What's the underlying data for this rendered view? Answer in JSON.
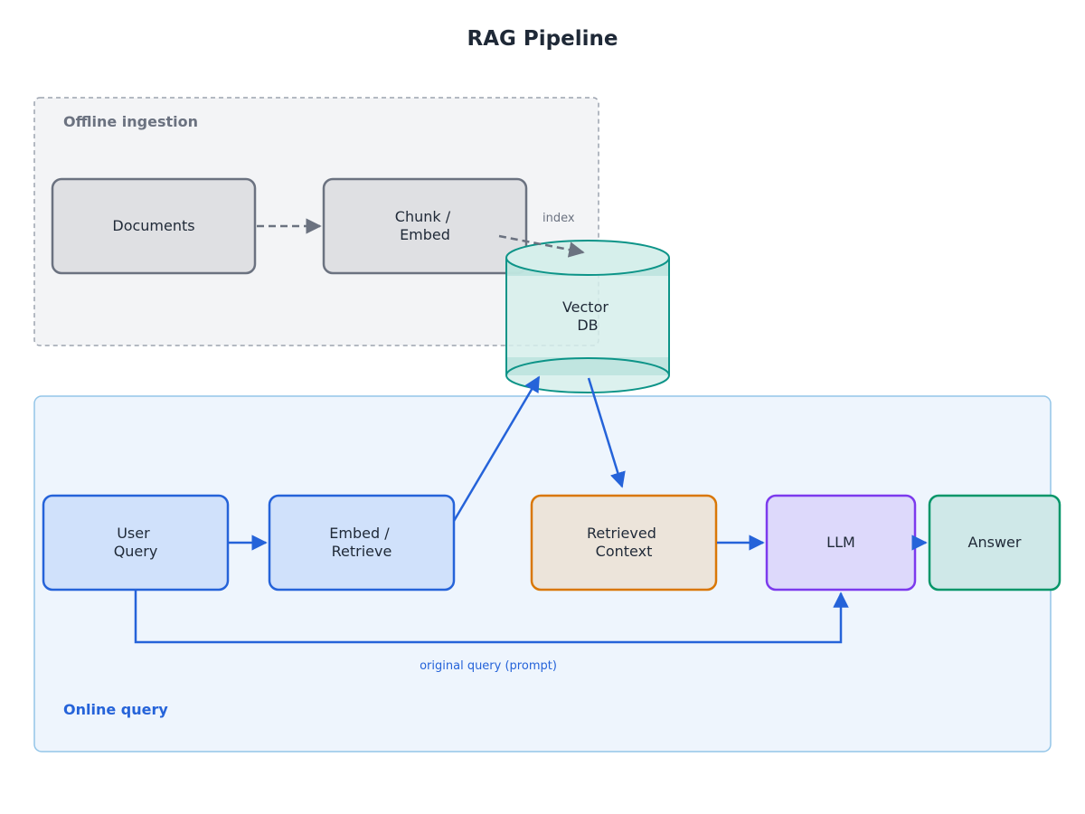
{
  "title": "RAG Pipeline",
  "groups": {
    "offline": {
      "label": "Offline ingestion"
    },
    "online": {
      "label": "Online query"
    }
  },
  "nodes": {
    "documents": {
      "label": "Documents"
    },
    "chunk_embed": {
      "label_line1": "Chunk /",
      "label_line2": "Embed"
    },
    "vector_db": {
      "label_line1": "Vector",
      "label_line2": "DB"
    },
    "user_query": {
      "label_line1": "User",
      "label_line2": "Query"
    },
    "embed_retrieve": {
      "label_line1": "Embed /",
      "label_line2": "Retrieve"
    },
    "retrieved_context": {
      "label_line1": "Retrieved",
      "label_line2": "Context"
    },
    "llm": {
      "label": "LLM"
    },
    "answer": {
      "label": "Answer"
    }
  },
  "edge_labels": {
    "index": "index",
    "original_query": "original query (prompt)"
  },
  "colors": {
    "title": "#1f2937",
    "offline_border": "#9ca3af",
    "offline_fill": "#f3f4f6",
    "offline_text": "#6b7280",
    "gray_node_border": "#6b7280",
    "gray_node_fill": "#dfe0e3",
    "online_border": "#93c5e8",
    "online_fill": "#eef5fd",
    "online_text": "#2563d9",
    "blue": "#2563d9",
    "blue_fill": "#d0e1fb",
    "orange": "#d97706",
    "orange_fill": "#ece4da",
    "purple": "#7c3aed",
    "purple_fill": "#ddd9fb",
    "green": "#059669",
    "green_fill": "#cfe8e8",
    "teal": "#0d9488",
    "teal_fill": "#d6efeb"
  }
}
